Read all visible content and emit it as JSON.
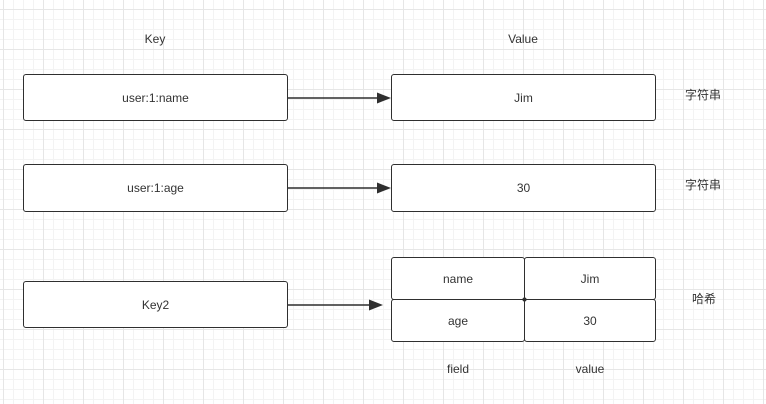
{
  "headers": {
    "key": "Key",
    "value": "Value"
  },
  "rows": [
    {
      "key": "user:1:name",
      "value": "Jim",
      "type": "字符串"
    },
    {
      "key": "user:1:age",
      "value": "30",
      "type": "字符串"
    }
  ],
  "hash_row": {
    "key": "Key2",
    "type": "哈希",
    "fields": [
      {
        "field": "name",
        "value": "Jim"
      },
      {
        "field": "age",
        "value": "30"
      }
    ],
    "field_column_label": "field",
    "value_column_label": "value"
  }
}
